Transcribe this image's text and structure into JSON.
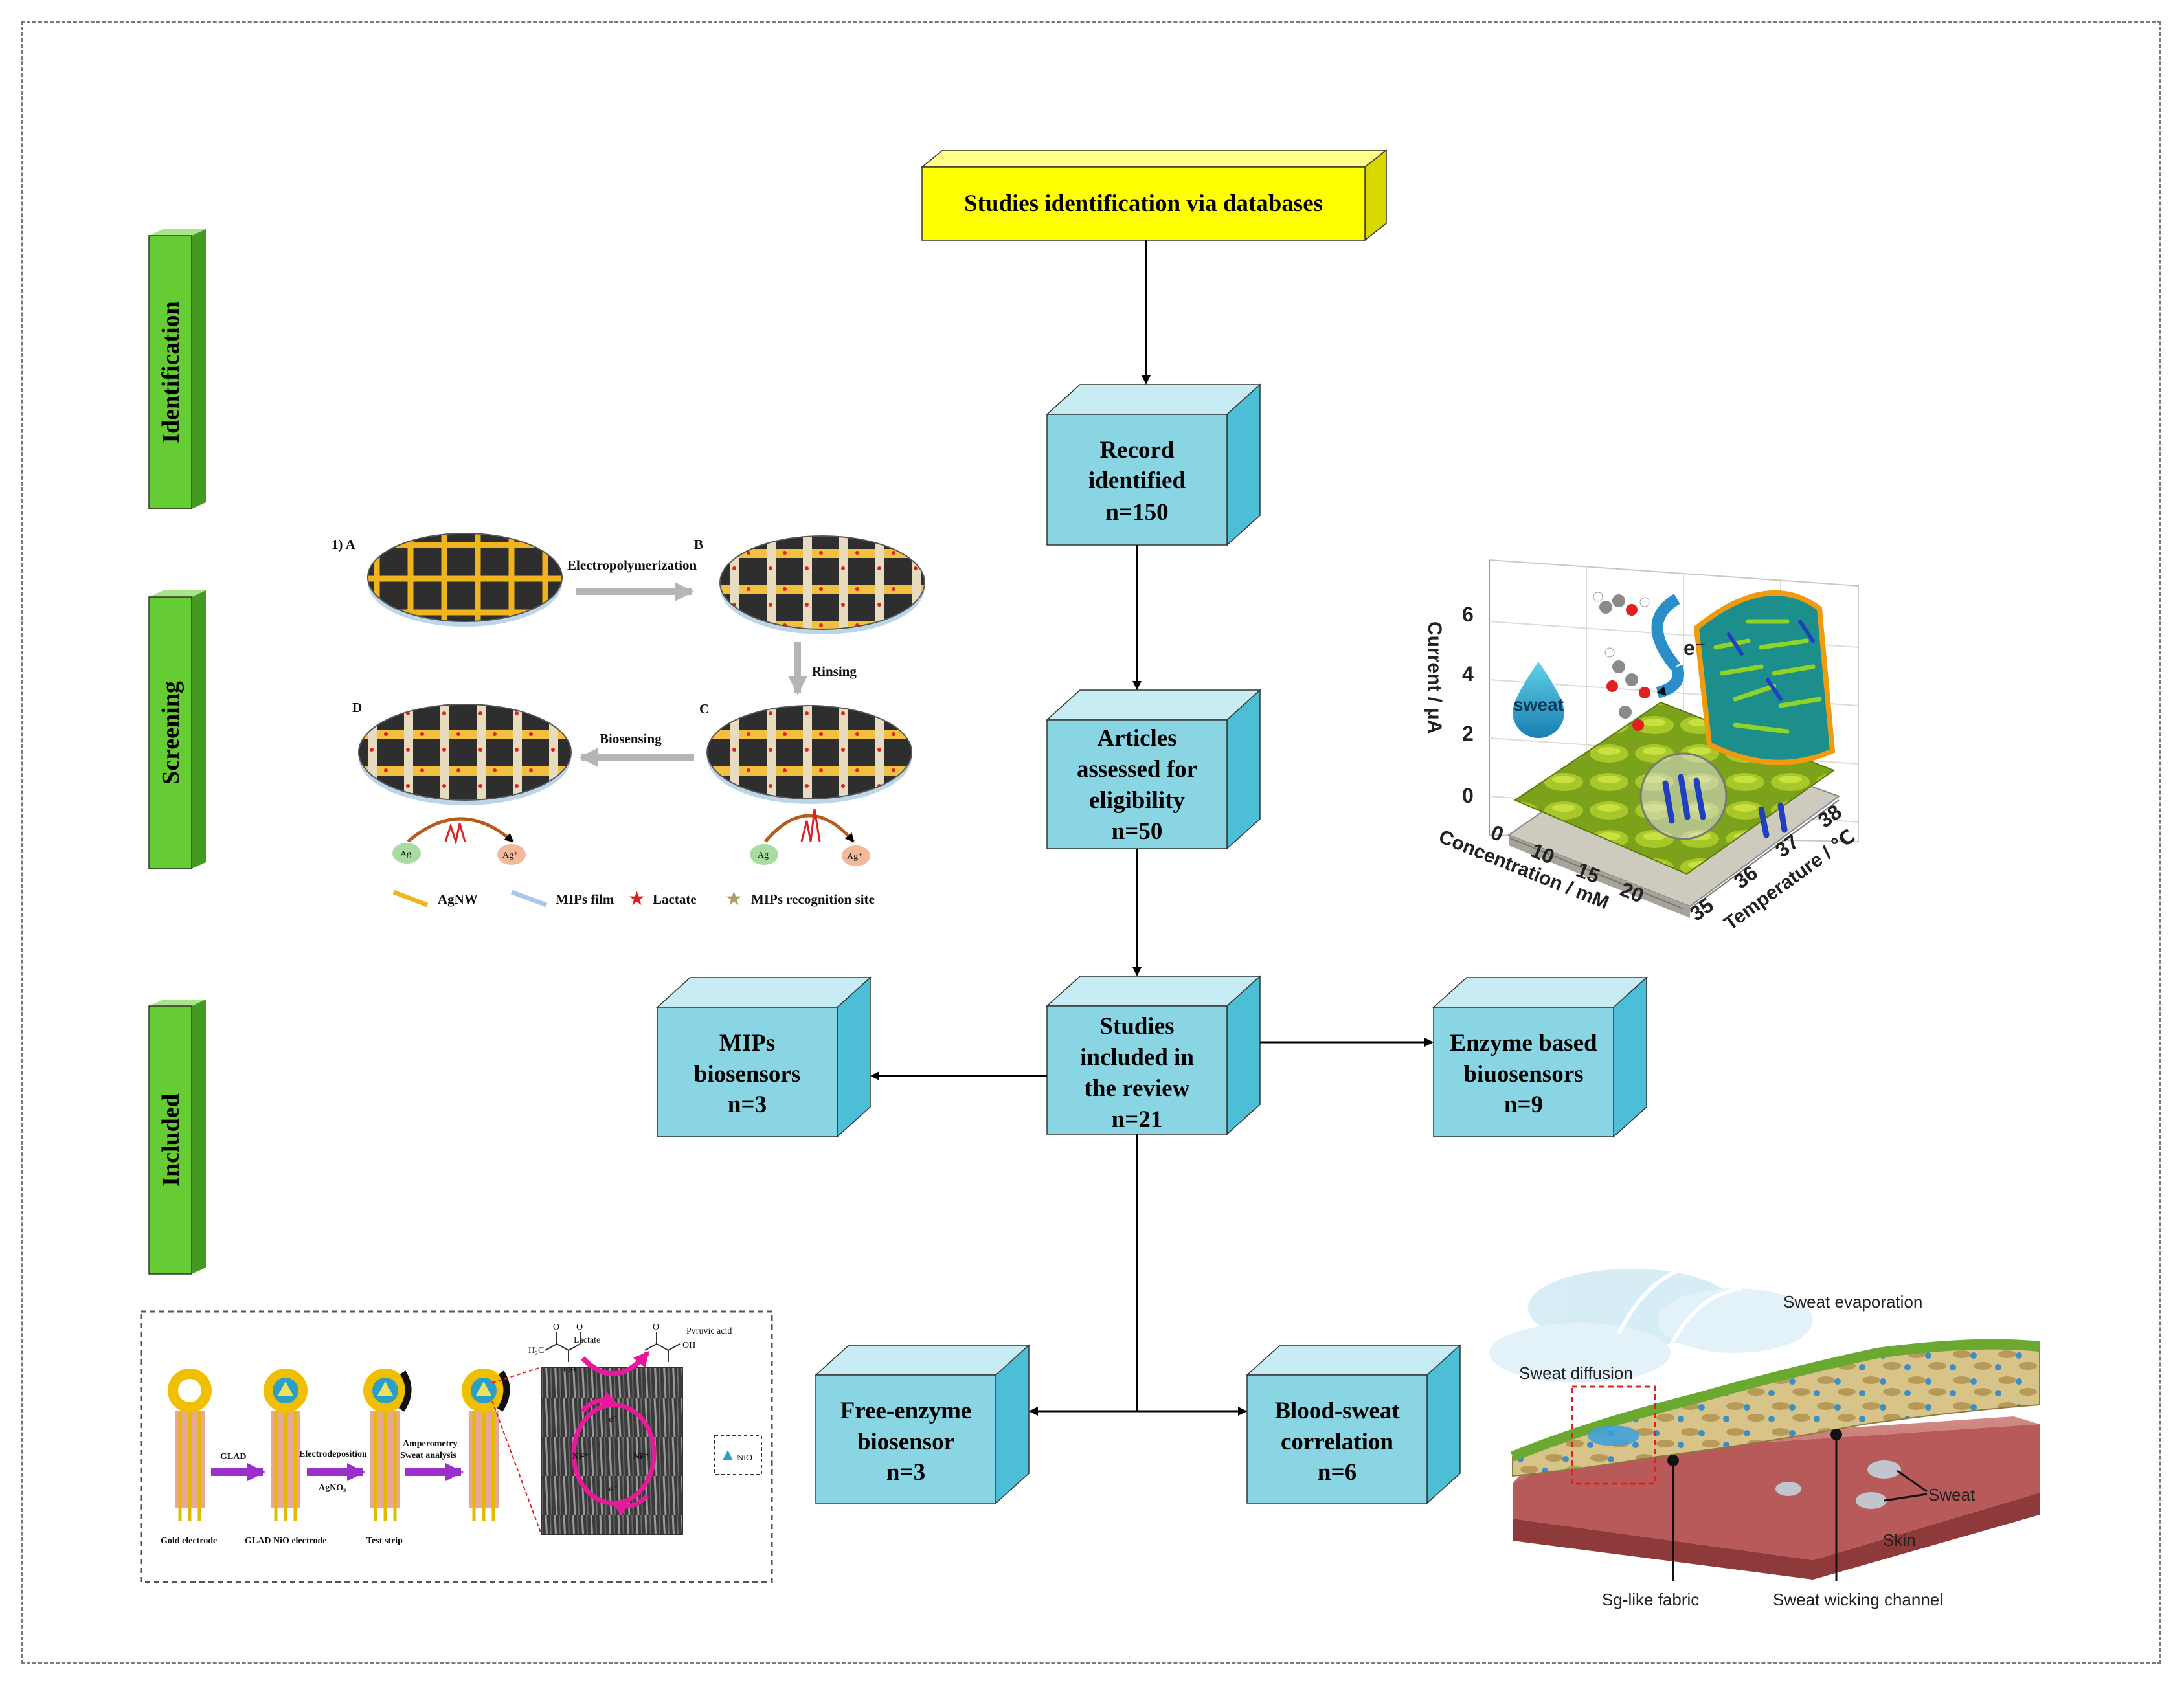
{
  "phases": {
    "identification": "Identification",
    "screening": "Screening",
    "included": "Included"
  },
  "title_box": "Studies identification via databases",
  "boxes": {
    "record": {
      "line1": "Record",
      "line2": "identified",
      "line3": "n=150"
    },
    "articles": {
      "line1": "Articles",
      "line2": "assessed for",
      "line3": "eligibility",
      "line4": "n=50"
    },
    "studies": {
      "line1": "Studies",
      "line2": "included in",
      "line3": "the review",
      "line4": "n=21"
    },
    "mips": {
      "line1": "MIPs",
      "line2": "biosensors",
      "line3": "n=3"
    },
    "enzyme": {
      "line1": "Enzyme based",
      "line2": "biuosensors",
      "line3": "n=9"
    },
    "free": {
      "line1": "Free-enzyme",
      "line2": "biosensor",
      "line3": "n=3"
    },
    "blood": {
      "line1": "Blood-sweat",
      "line2": "correlation",
      "line3": "n=6"
    }
  },
  "mips_figure": {
    "panel_1a": "1) A",
    "panel_b": "B",
    "panel_c": "C",
    "panel_d": "D",
    "step_electropolymerization": "Electropolymerization",
    "step_rinsing": "Rinsing",
    "step_biosensing": "Biosensing",
    "ag": "Ag",
    "ag_plus": "Ag⁺",
    "legend_agnw": "AgNW",
    "legend_mips_film": "MIPs film",
    "legend_lactate": "Lactate",
    "legend_recognition": "MIPs recognition site"
  },
  "plot3d": {
    "z_label": "Current / μA",
    "z_ticks": [
      "6",
      "4",
      "2",
      "0"
    ],
    "x_label": "Concentration / mM",
    "x_ticks": [
      "0",
      "10",
      "15",
      "20"
    ],
    "y_label": "Temperature / ℃",
    "y_ticks": [
      "35",
      "36",
      "37",
      "38"
    ],
    "drop_label": "sweat",
    "electron": "e⁻"
  },
  "nio_figure": {
    "step_glad": "GLAD",
    "step_electrodeposition": "Electrodeposition",
    "step_agno3": "AgNO₃",
    "step_amperometry": "Amperometry",
    "step_sweat": "Sweat analysis",
    "cap_gold": "Gold electrode",
    "cap_glad": "GLAD NiO electrode",
    "cap_strip": "Test strip",
    "lactate": "Lactate",
    "pyruvic": "Pyruvic acid",
    "legend_nio": "NiO",
    "ni2": "Ni²⁺",
    "ni3": "Ni³⁺",
    "e1": "e⁻",
    "e2": "e⁻",
    "h3c": "H₃C",
    "oh1": "OH",
    "oh2": "OH",
    "o1": "O",
    "o2": "O",
    "o3": "O"
  },
  "fabric_figure": {
    "evaporation": "Sweat evaporation",
    "diffusion": "Sweat diffusion",
    "sweat": "Sweat",
    "skin": "Skin",
    "sg_fabric": "Sg-like fabric",
    "wicking": "Sweat wicking channel"
  },
  "colors": {
    "box_front": "#8ad5e4",
    "box_top": "#c8ecf3",
    "box_side": "#4cbfd6",
    "title_front": "#ffff00",
    "title_side": "#d8d800",
    "phase_green": "#66cc33"
  }
}
